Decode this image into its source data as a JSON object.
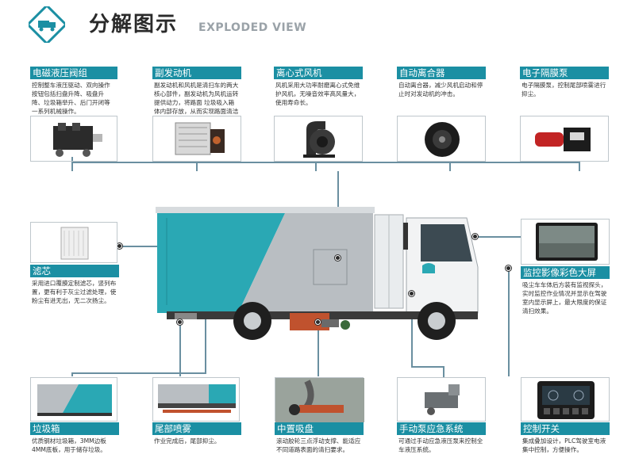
{
  "header": {
    "title_cn": "分解图示",
    "title_en": "EXPLODED VIEW",
    "logo_icon": "truck-icon"
  },
  "top_cards": [
    {
      "title": "电磁液压阀组",
      "desc": "控制整车液压驱动、双向操作按钮包括扫盘升降、吸盘升降、垃圾箱举升、后门开闭等一系列机械操作。"
    },
    {
      "title": "副发动机",
      "desc": "副发动机和风机是清扫车的两大核心部件，副发动机为风机运转提供动力，将路面 垃圾吸入箱体内部存放，从而实现路面清洁作用。"
    },
    {
      "title": "离心式风机",
      "desc": "风机采用大功率耐磨离心式免维护风机，无噪音效率高风量大，使用寿命长。"
    },
    {
      "title": "自动离合器",
      "desc": "自动离合器，减少风机启动和停止时对发动机的冲击。"
    },
    {
      "title": "电子隔膜泵",
      "desc": "电子隔膜泵，控制尾部喷雾进行抑尘。"
    }
  ],
  "side_cards": [
    {
      "title": "滤芯",
      "desc": "采用进口覆膜定制滤芯，竖列布置，更有利于灰尘过滤处理，使粉尘有进无出，无二次扬尘。"
    },
    {
      "title": "监控影像彩色大屏",
      "desc": "吸尘车车体后方装有监视探头，实时监控作业情况并显示在驾驶室内显示屏上，最大限度的保证清扫效果。"
    }
  ],
  "bottom_cards": [
    {
      "title": "垃圾箱",
      "desc": "优质钢材垃圾箱，3MM边板4MM底板，用于储存垃圾。"
    },
    {
      "title": "尾部喷雾",
      "desc": "作业完成后，尾部抑尘。"
    },
    {
      "title": "中置吸盘",
      "desc": "滚动胶轮三点浮动支撑、能适应不同道路表面的清扫要求。"
    },
    {
      "title": "手动泵应急系统",
      "desc": "可通过手动应急液压泵来控制全车液压系统。"
    },
    {
      "title": "控制开关",
      "desc": "集成叠加设计，PLC驾驶室电液集中控制，方便操作。"
    }
  ],
  "colors": {
    "accent": "#1b8fa3",
    "truck_teal": "#2aa8b4",
    "truck_grey": "#b9bec2"
  }
}
